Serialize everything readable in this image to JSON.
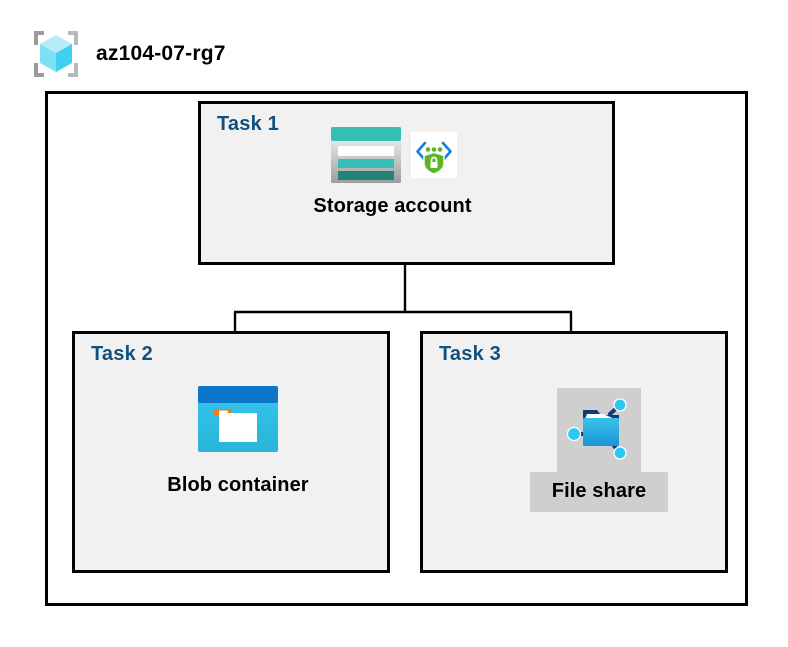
{
  "header": {
    "icon": "resource-group-cube-icon",
    "title": "az104-07-rg7"
  },
  "diagram": {
    "type": "hierarchy",
    "container_label": "resource-group",
    "colors": {
      "task_label": "#12517f",
      "task_box_fill": "#f1f1f1",
      "border": "#000000",
      "container_fill": "#ffffff",
      "highlight": "#cfcfcf",
      "storage_teal": "#36bfb4",
      "storage_teal_dark": "#218278",
      "blob_blue": "#0c77c8",
      "blob_cyan": "#32c0e8",
      "blob_orange": "#f07b1f",
      "shield_green": "#5cb624",
      "bracket_blue": "#1a7fd4",
      "fileshare_blue": "#2aa8e0",
      "fileshare_navy": "#123a77",
      "cube_cyan": "#49d5f5"
    },
    "tasks": [
      {
        "id": "task-1",
        "label": "Task 1",
        "node": {
          "caption": "Storage account",
          "icons": [
            "storage-account-icon",
            "secure-endpoint-shield-icon"
          ]
        }
      },
      {
        "id": "task-2",
        "label": "Task 2",
        "node": {
          "caption": "Blob container",
          "icons": [
            "blob-container-icon"
          ]
        }
      },
      {
        "id": "task-3",
        "label": "Task 3",
        "node": {
          "caption": "File share",
          "icons": [
            "file-share-icon"
          ],
          "highlighted": true
        }
      }
    ],
    "connectors": [
      {
        "from": "Storage account",
        "to": "Blob container"
      },
      {
        "from": "Storage account",
        "to": "File share"
      }
    ]
  }
}
